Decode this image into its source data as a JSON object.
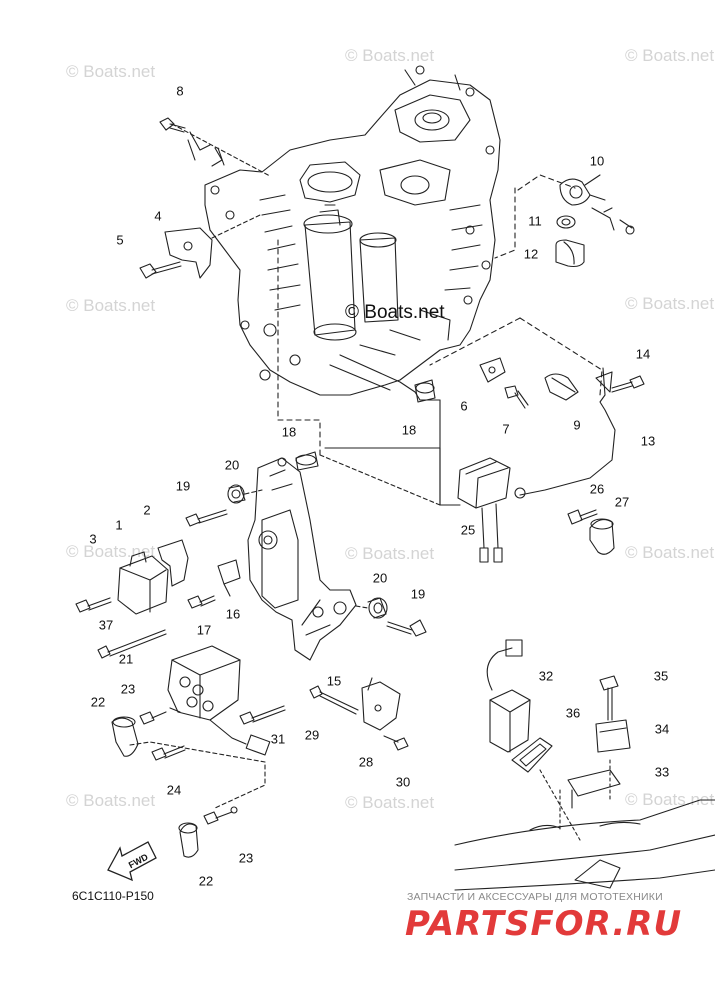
{
  "watermark": "© Boats.net",
  "watermark_center": "© Boats.net",
  "diagram_code": "6C1C110-P150",
  "fwd_label": "FWD",
  "shop": {
    "subtitle": "ЗАПЧАСТИ И АКСЕССУАРЫ ДЛЯ МОТОТЕХНИКИ",
    "name": "PARTSFOR.RU"
  },
  "part_labels": {
    "p1": "1",
    "p2": "2",
    "p3": "3",
    "p4": "4",
    "p5": "5",
    "p6": "6",
    "p7": "7",
    "p8": "8",
    "p9": "9",
    "p10": "10",
    "p11": "11",
    "p12": "12",
    "p13": "13",
    "p14": "14",
    "p15": "15",
    "p16": "16",
    "p17": "17",
    "p18a": "18",
    "p18b": "18",
    "p19a": "19",
    "p19b": "19",
    "p20a": "20",
    "p20b": "20",
    "p21": "21",
    "p22a": "22",
    "p22b": "22",
    "p23a": "23",
    "p23b": "23",
    "p24": "24",
    "p25": "25",
    "p26": "26",
    "p27": "27",
    "p28": "28",
    "p29": "29",
    "p30": "30",
    "p31": "31",
    "p32": "32",
    "p33": "33",
    "p34": "34",
    "p35": "35",
    "p36": "36",
    "p37": "37"
  }
}
